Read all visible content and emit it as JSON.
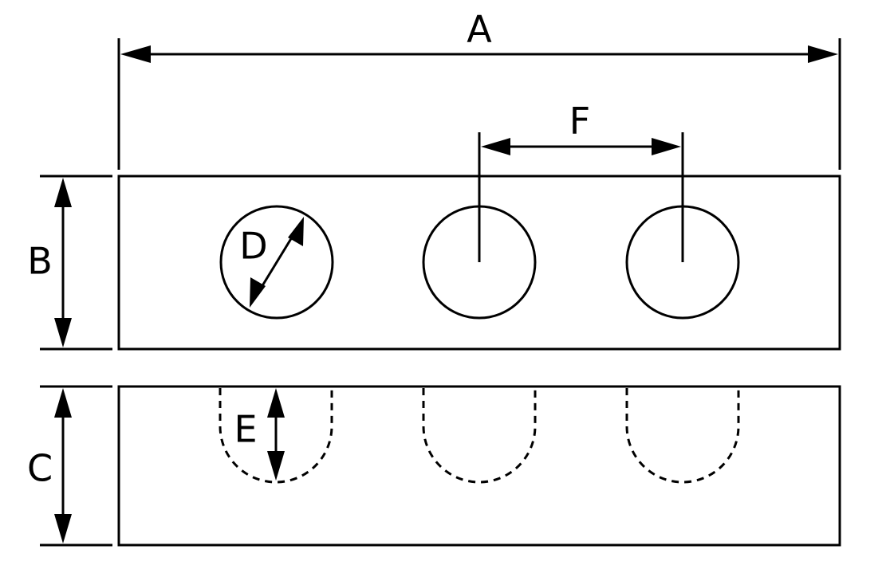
{
  "diagram": {
    "colors": {
      "line": "#000000",
      "background": "#ffffff"
    },
    "labels": {
      "overall_length": "A",
      "top_view_height": "B",
      "side_view_height": "C",
      "hole_diameter": "D",
      "hole_depth": "E",
      "hole_spacing": "F"
    }
  }
}
